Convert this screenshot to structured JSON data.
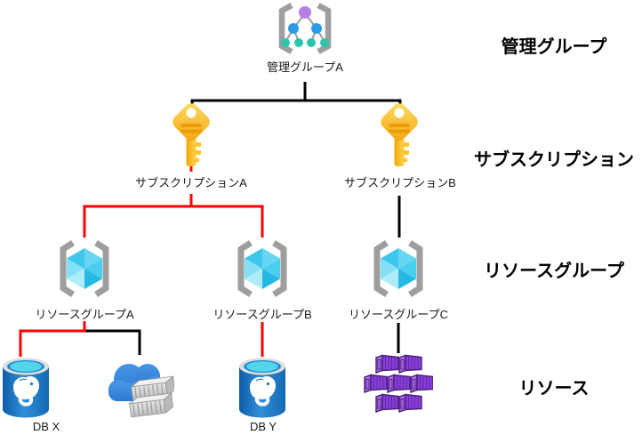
{
  "diagram": {
    "background": "#ffffff",
    "row_labels": [
      {
        "id": "management-group",
        "label": "管理グループ"
      },
      {
        "id": "subscription",
        "label": "サブスクリプション"
      },
      {
        "id": "resource-group",
        "label": "リソースグループ"
      },
      {
        "id": "resource",
        "label": "リソース"
      }
    ],
    "nodes": {
      "management_group_a": {
        "label": "管理グループA",
        "icon": "management-group-icon"
      },
      "subscription_a": {
        "label": "サブスクリプションA",
        "icon": "key-icon"
      },
      "subscription_b": {
        "label": "サブスクリプションB",
        "icon": "key-icon"
      },
      "resource_group_a": {
        "label": "リソースグループA",
        "icon": "resource-group-icon"
      },
      "resource_group_b": {
        "label": "リソースグループB",
        "icon": "resource-group-icon"
      },
      "resource_group_c": {
        "label": "リソースグループC",
        "icon": "resource-group-icon"
      },
      "db_x": {
        "label": "DB X",
        "icon": "postgresql-database-icon"
      },
      "container_cloud": {
        "label": "",
        "icon": "cloud-containers-icon"
      },
      "db_y": {
        "label": "DB Y",
        "icon": "postgresql-database-icon"
      },
      "container_group": {
        "label": "",
        "icon": "purple-containers-icon"
      }
    },
    "edges": [
      {
        "from": "management_group_a",
        "to": [
          "subscription_a",
          "subscription_b"
        ],
        "color": "#000000"
      },
      {
        "from": "subscription_a",
        "to": [
          "resource_group_a",
          "resource_group_b"
        ],
        "color": "#FF0000"
      },
      {
        "from": "subscription_b",
        "to": [
          "resource_group_c"
        ],
        "color": "#000000"
      },
      {
        "from": "resource_group_a",
        "to": [
          "db_x"
        ],
        "color": "#FF0000"
      },
      {
        "from": "resource_group_a",
        "to": [
          "container_cloud"
        ],
        "color": "#000000"
      },
      {
        "from": "resource_group_b",
        "to": [
          "db_y"
        ],
        "color": "#FF0000"
      },
      {
        "from": "resource_group_c",
        "to": [
          "container_group"
        ],
        "color": "#000000"
      }
    ],
    "colors": {
      "edge_red": "#FF0000",
      "edge_black": "#000000",
      "bracket_gray": "#9E9E9E",
      "key_gold": "#FFC62E",
      "cube_cyan": "#3EC7EC",
      "postgres_blue": "#1E72C2",
      "cloud_blue": "#3383DC",
      "container_purple": "#8B3BE2",
      "tree_purple": "#B67FE4",
      "tree_blue": "#2D9CE8",
      "tree_teal": "#2EC4AE"
    }
  }
}
